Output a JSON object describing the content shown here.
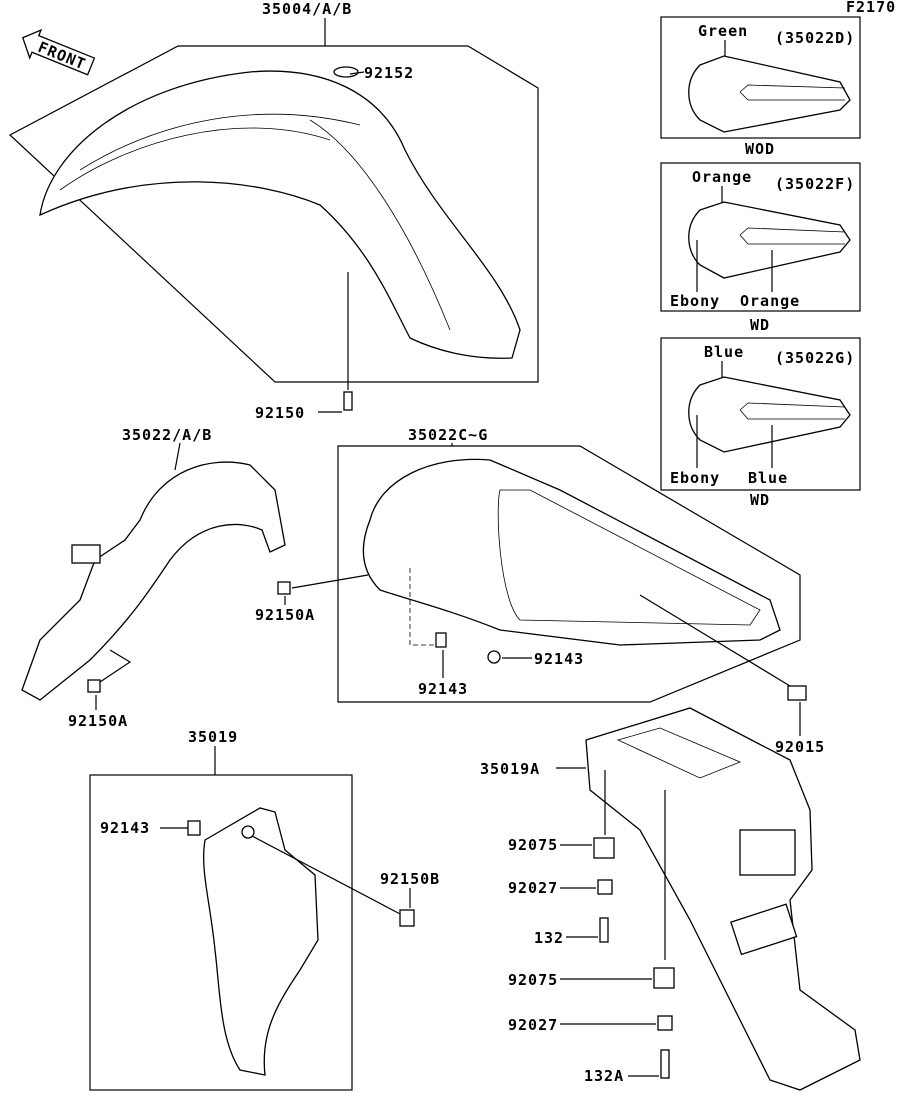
{
  "figure_code": "F2170",
  "front_arrow": "FRONT",
  "parts": {
    "front_fender": "35004/A/B",
    "p92152": "92152",
    "p92150": "92150",
    "rear_fender_inner": "35022/A/B",
    "rear_fender": "35022C~G",
    "p92150A_1": "92150A",
    "p92150A_2": "92150A",
    "p92143_1": "92143",
    "p92143_2": "92143",
    "p92143_3": "92143",
    "p92015": "92015",
    "side_cover": "35019",
    "p92150B": "92150B",
    "flap": "35019A",
    "p92075_1": "92075",
    "p92027_1": "92027",
    "p132": "132",
    "p92075_2": "92075",
    "p92027_2": "92027",
    "p132A": "132A"
  },
  "variants": [
    {
      "color": "Green",
      "code": "(35022D)",
      "model": "WOD"
    },
    {
      "color": "Orange",
      "code": "(35022F)",
      "lower_left": "Ebony",
      "lower_right": "Orange",
      "model": "WD"
    },
    {
      "color": "Blue",
      "code": "(35022G)",
      "lower_left": "Ebony",
      "lower_right": "Blue",
      "model": "WD"
    }
  ]
}
